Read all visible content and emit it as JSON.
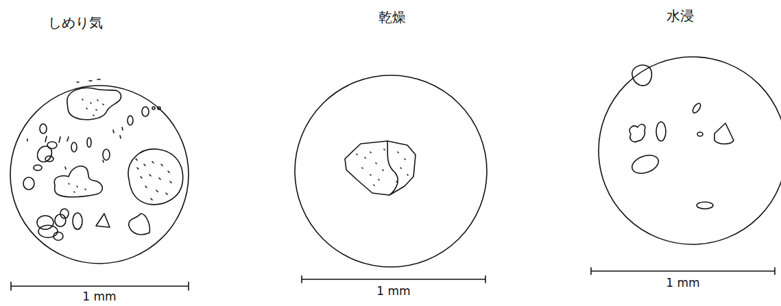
{
  "diagram": {
    "labels": [
      "しめり気",
      "乾燥",
      "水浸",
      "1 mm",
      "1 mm",
      "1 mm"
    ]
  }
}
